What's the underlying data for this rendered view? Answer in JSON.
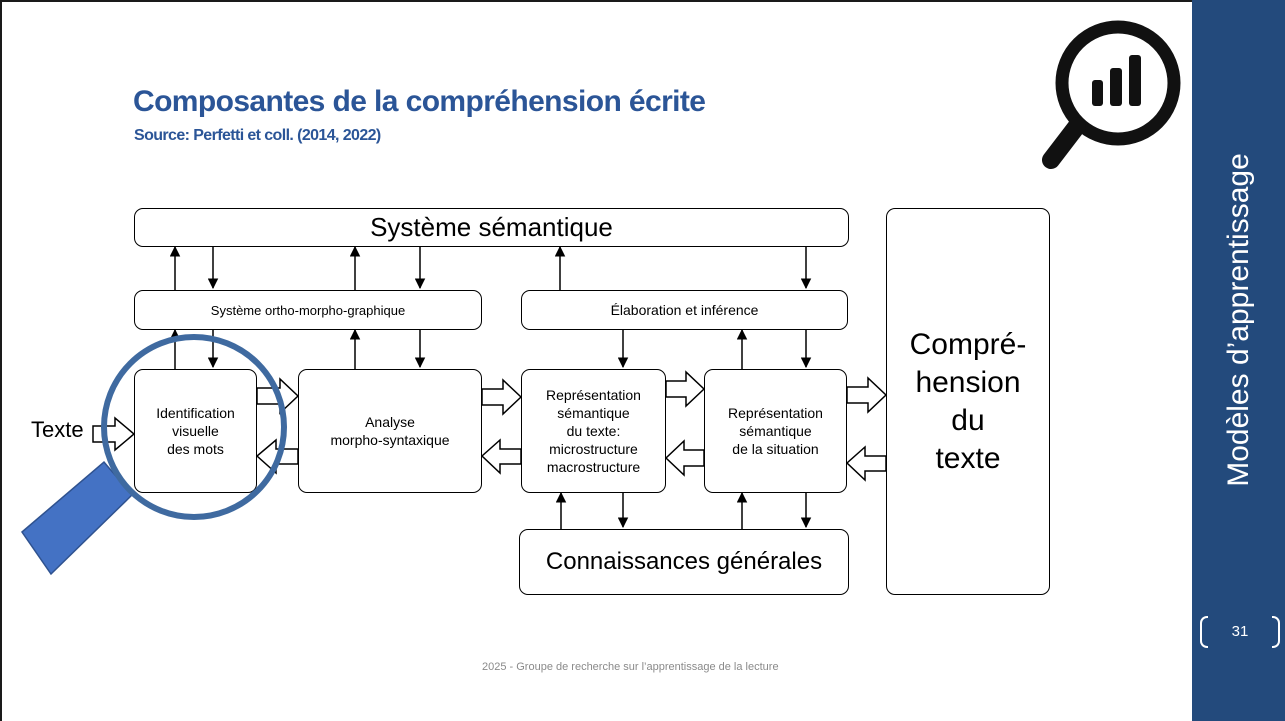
{
  "slide": {
    "title": "Composantes de la compréhension écrite",
    "subtitle": "Source: Perfetti et coll. (2014, 2022)",
    "footer": "2025 - Groupe de recherche sur l’apprentissage de la lecture",
    "page_number": "31",
    "side_title": "Modèles d’apprentissage"
  },
  "diagram": {
    "input_label": "Texte",
    "boxes": {
      "semantic_system": "Système sémantique",
      "ortho_system": "Système ortho-morpho-graphique",
      "elaboration": "Élaboration et inférence",
      "word_identification": "Identification\nvisuelle\ndes mots",
      "morpho_syntax": "Analyse\nmorpho-syntaxique",
      "text_representation": "Représentation\nsémantique\ndu texte:\nmicrostructure\nmacrostructure",
      "situation_model": "Représentation\nsémantique\nde la situation",
      "general_knowledge": "Connaissances générales",
      "comprehension": "Compré-\nhension\ndu\ntexte"
    }
  },
  "colors": {
    "title": "#2b5597",
    "sidebar": "#234a7c",
    "magnifier_lens": "#3f6aa0",
    "magnifier_handle": "#4472c4"
  },
  "icons": [
    "analytics-magnifier-icon",
    "magnifier-lens-icon"
  ]
}
